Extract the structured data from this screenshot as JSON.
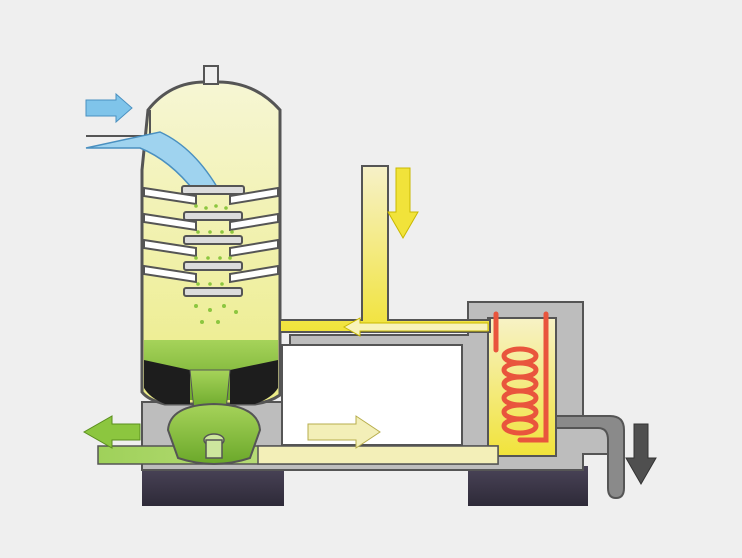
{
  "diagram": {
    "kind": "process-schematic",
    "components": [
      "deaerator-vessel",
      "spray-trays",
      "storage-basin",
      "steam-riser-pipe",
      "heater-tank",
      "heating-coil",
      "drain-trap",
      "base-slab"
    ],
    "flows": [
      {
        "name": "cold-water-inlet",
        "direction": "right",
        "color": "#7fc4ea"
      },
      {
        "name": "steam-supply",
        "direction": "down",
        "color": "#f1e33a"
      },
      {
        "name": "hot-liquid-return",
        "direction": "left",
        "color": "#f1e33a"
      },
      {
        "name": "treated-outlet",
        "direction": "left",
        "color": "#8cc63f"
      },
      {
        "name": "bypass-flow",
        "direction": "right",
        "color": "#f3efb8"
      },
      {
        "name": "condensate-drain",
        "direction": "down",
        "color": "#555555"
      }
    ],
    "colors": {
      "background": "#efefef",
      "vessel-liquid": "#f2f1b6",
      "pooled-liquid": "#8cc63f",
      "steam": "#f1e33a",
      "inlet-water": "#7fc4ea",
      "coil": "#e9553d",
      "outline": "#555555",
      "base": "#3a3548"
    }
  }
}
